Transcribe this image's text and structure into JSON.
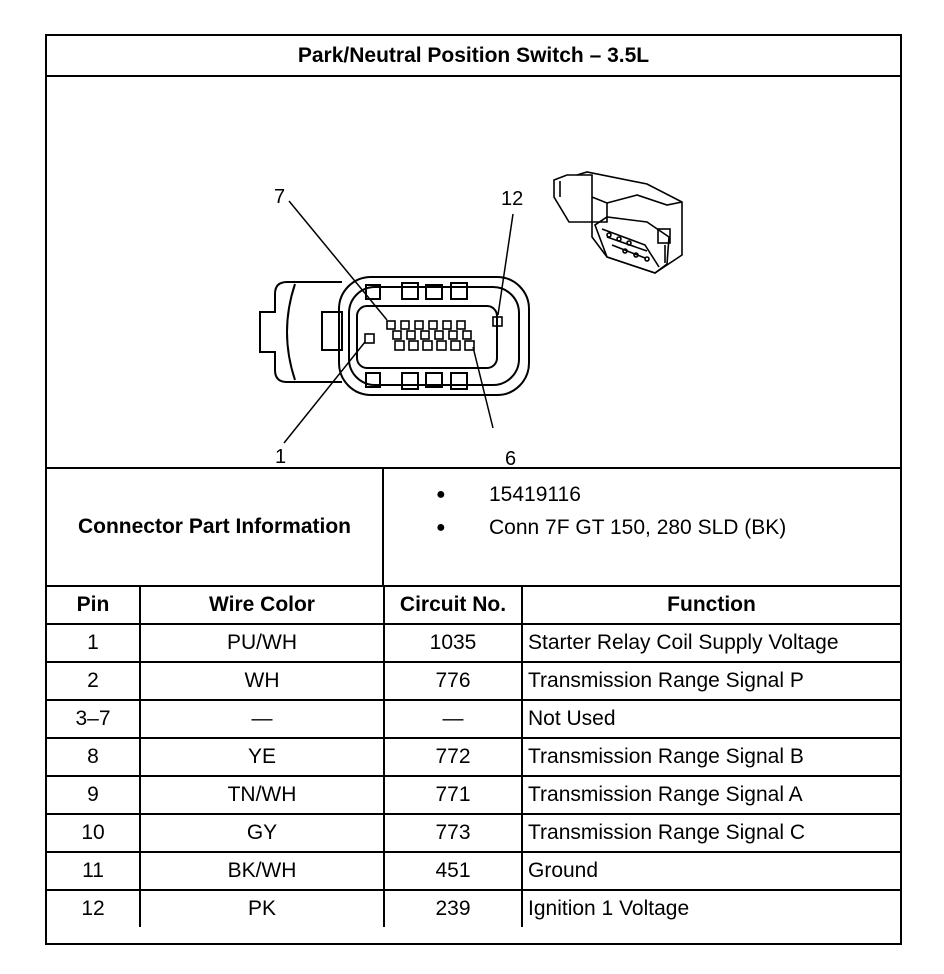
{
  "title": "Park/Neutral Position Switch – 3.5L",
  "diagram": {
    "pin_callouts": [
      "7",
      "12",
      "1",
      "6"
    ]
  },
  "connector_info": {
    "label": "Connector Part Information",
    "items": [
      "15419116",
      "Conn 7F GT 150, 280 SLD (BK)"
    ],
    "bullet": "●"
  },
  "pin_table": {
    "headers": [
      "Pin",
      "Wire Color",
      "Circuit No.",
      "Function"
    ],
    "rows": [
      [
        "1",
        "PU/WH",
        "1035",
        "Starter Relay Coil Supply Voltage"
      ],
      [
        "2",
        "WH",
        "776",
        "Transmission Range Signal P"
      ],
      [
        "3–7",
        "—",
        "—",
        "Not Used"
      ],
      [
        "8",
        "YE",
        "772",
        "Transmission Range Signal B"
      ],
      [
        "9",
        "TN/WH",
        "771",
        "Transmission Range Signal A"
      ],
      [
        "10",
        "GY",
        "773",
        "Transmission Range Signal C"
      ],
      [
        "11",
        "BK/WH",
        "451",
        "Ground"
      ],
      [
        "12",
        "PK",
        "239",
        "Ignition 1 Voltage"
      ]
    ]
  }
}
